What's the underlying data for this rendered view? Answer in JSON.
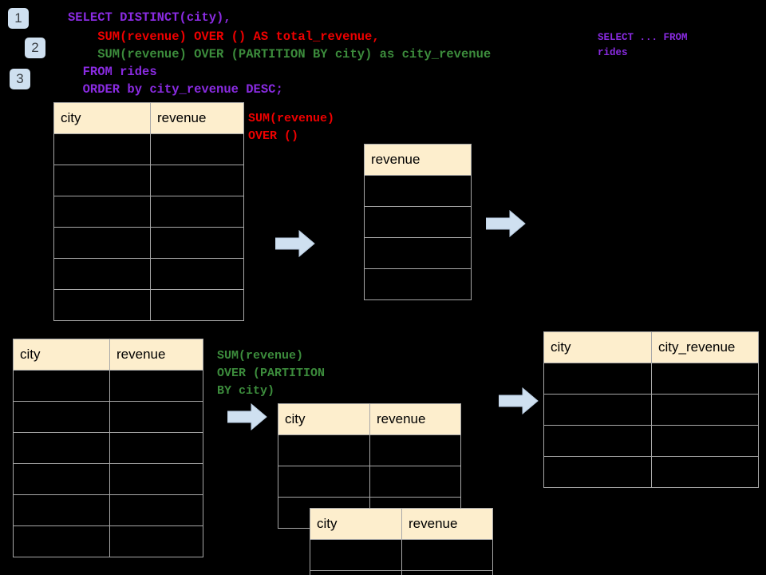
{
  "page": {
    "title": "SQL Window Function Execution Diagram",
    "background_color": "#000000"
  },
  "palette": {
    "badge_bg": "#cfe0f0",
    "badge_text": "#3a3f44",
    "header_bg": "#fdeecd",
    "cell_bg": "#000000",
    "border": "#a8a8a8",
    "arrow_fill": "#cfe0f0",
    "arrow_stroke": "#a8bdd4",
    "keyword_purple": "#8a2be2",
    "accent_red": "#ee0000",
    "accent_green": "#3c8c3c"
  },
  "badges": [
    {
      "label": "1"
    },
    {
      "label": "2"
    },
    {
      "label": "3"
    }
  ],
  "sql": {
    "lines": [
      {
        "text": "SELECT DISTINCT(city),",
        "color": "purple"
      },
      {
        "text": "    SUM(revenue) OVER () AS total_revenue,",
        "color": "red"
      },
      {
        "text": "    SUM(revenue) OVER (PARTITION BY city) as city_revenue",
        "color": "green"
      },
      {
        "text": "  FROM rides",
        "color": "purple"
      },
      {
        "text": "  ORDER by city_revenue DESC;",
        "color": "purple"
      }
    ]
  },
  "side_note": {
    "line1": "SELECT ... FROM",
    "line2": "rides"
  },
  "annotations": {
    "total_revenue": {
      "line1": "SUM(revenue)",
      "line2": "OVER ()",
      "color": "red"
    },
    "city_revenue": {
      "line1": "SUM(revenue)",
      "line2": "OVER (PARTITION",
      "line3": "BY city)",
      "color": "green"
    }
  },
  "tables": {
    "rides_source_top": {
      "name": "rides-source-table",
      "headers": [
        "city",
        "revenue"
      ],
      "body_rows": 6,
      "rows": [
        [
          "",
          ""
        ],
        [
          "",
          ""
        ],
        [
          "",
          ""
        ],
        [
          "",
          ""
        ],
        [
          "",
          ""
        ],
        [
          "",
          ""
        ]
      ]
    },
    "total_revenue_result": {
      "name": "total-revenue-table",
      "headers": [
        "revenue"
      ],
      "body_rows": 4,
      "rows": [
        [
          ""
        ],
        [
          ""
        ],
        [
          ""
        ],
        [
          ""
        ]
      ]
    },
    "rides_source_bottom": {
      "name": "rides-source-table-partition",
      "headers": [
        "city",
        "revenue"
      ],
      "body_rows": 6,
      "rows": [
        [
          "",
          ""
        ],
        [
          "",
          ""
        ],
        [
          "",
          ""
        ],
        [
          "",
          ""
        ],
        [
          "",
          ""
        ],
        [
          "",
          ""
        ]
      ]
    },
    "partition_back": {
      "name": "partition-group-table-back",
      "headers": [
        "city",
        "revenue"
      ],
      "body_rows": 3,
      "rows": [
        [
          "",
          ""
        ],
        [
          "",
          ""
        ],
        [
          "",
          ""
        ]
      ]
    },
    "partition_front": {
      "name": "partition-group-table-front",
      "headers": [
        "city",
        "revenue"
      ],
      "body_rows": 2,
      "rows": [
        [
          "",
          ""
        ],
        [
          "",
          ""
        ]
      ]
    },
    "final_result": {
      "name": "final-result-table",
      "headers": [
        "city",
        "city_revenue"
      ],
      "body_rows": 4,
      "rows": [
        [
          "",
          ""
        ],
        [
          "",
          ""
        ],
        [
          "",
          ""
        ],
        [
          "",
          ""
        ]
      ]
    }
  },
  "arrows": [
    {
      "name": "arrow-source-to-total"
    },
    {
      "name": "arrow-total-to-final"
    },
    {
      "name": "arrow-source-to-partition"
    },
    {
      "name": "arrow-partition-to-final"
    }
  ]
}
